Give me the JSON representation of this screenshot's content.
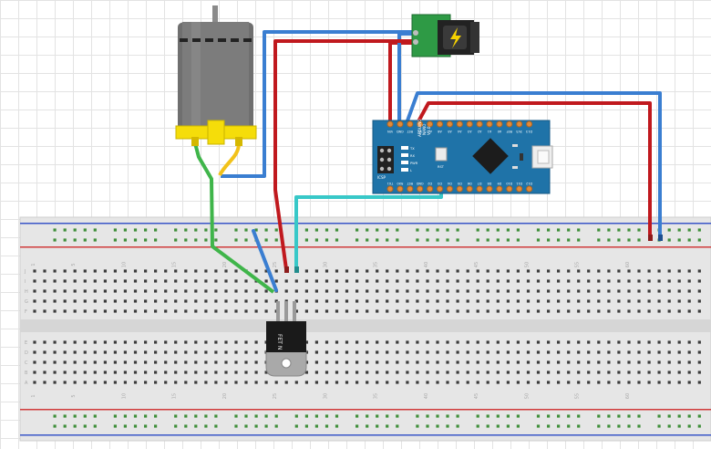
{
  "board": {
    "name_line1": "ARDUINO",
    "name_line2": "NANO",
    "name_line3": "V3.0",
    "top_pins": [
      "VIN",
      "GND",
      "RST",
      "5V",
      "A7",
      "A6",
      "A5",
      "A4",
      "A3",
      "A2",
      "A1",
      "A0",
      "REF",
      "3V3",
      "D13"
    ],
    "bottom_pins": [
      "TX1",
      "RX0",
      "RST",
      "GND",
      "D2",
      "D3",
      "D4",
      "D5",
      "D6",
      "D7",
      "D8",
      "D9",
      "D10",
      "D11",
      "D12"
    ],
    "icsp_label": "ICSP",
    "rst_label": "RST",
    "tx_label": "TX",
    "rx_label": "RX",
    "pwr_label": "PWR",
    "l_label": "L"
  },
  "breadboard": {
    "col_numbers_top": [
      "1",
      "5",
      "10",
      "15",
      "20",
      "25",
      "30",
      "35",
      "40",
      "45",
      "50",
      "55",
      "60"
    ],
    "row_letters_top": [
      "J",
      "I",
      "H",
      "G",
      "F"
    ],
    "row_letters_bottom": [
      "E",
      "D",
      "C",
      "B",
      "A"
    ]
  },
  "mosfet": {
    "label": "FET N"
  },
  "colors": {
    "wire_red": "#c0191e",
    "wire_blue": "#3a7ed1",
    "wire_green": "#3fb54a",
    "wire_cyan": "#38c8c8",
    "wire_yellow": "#f2c21a",
    "nano_blue": "#1f73a8",
    "jack_green": "#2e9a45"
  }
}
